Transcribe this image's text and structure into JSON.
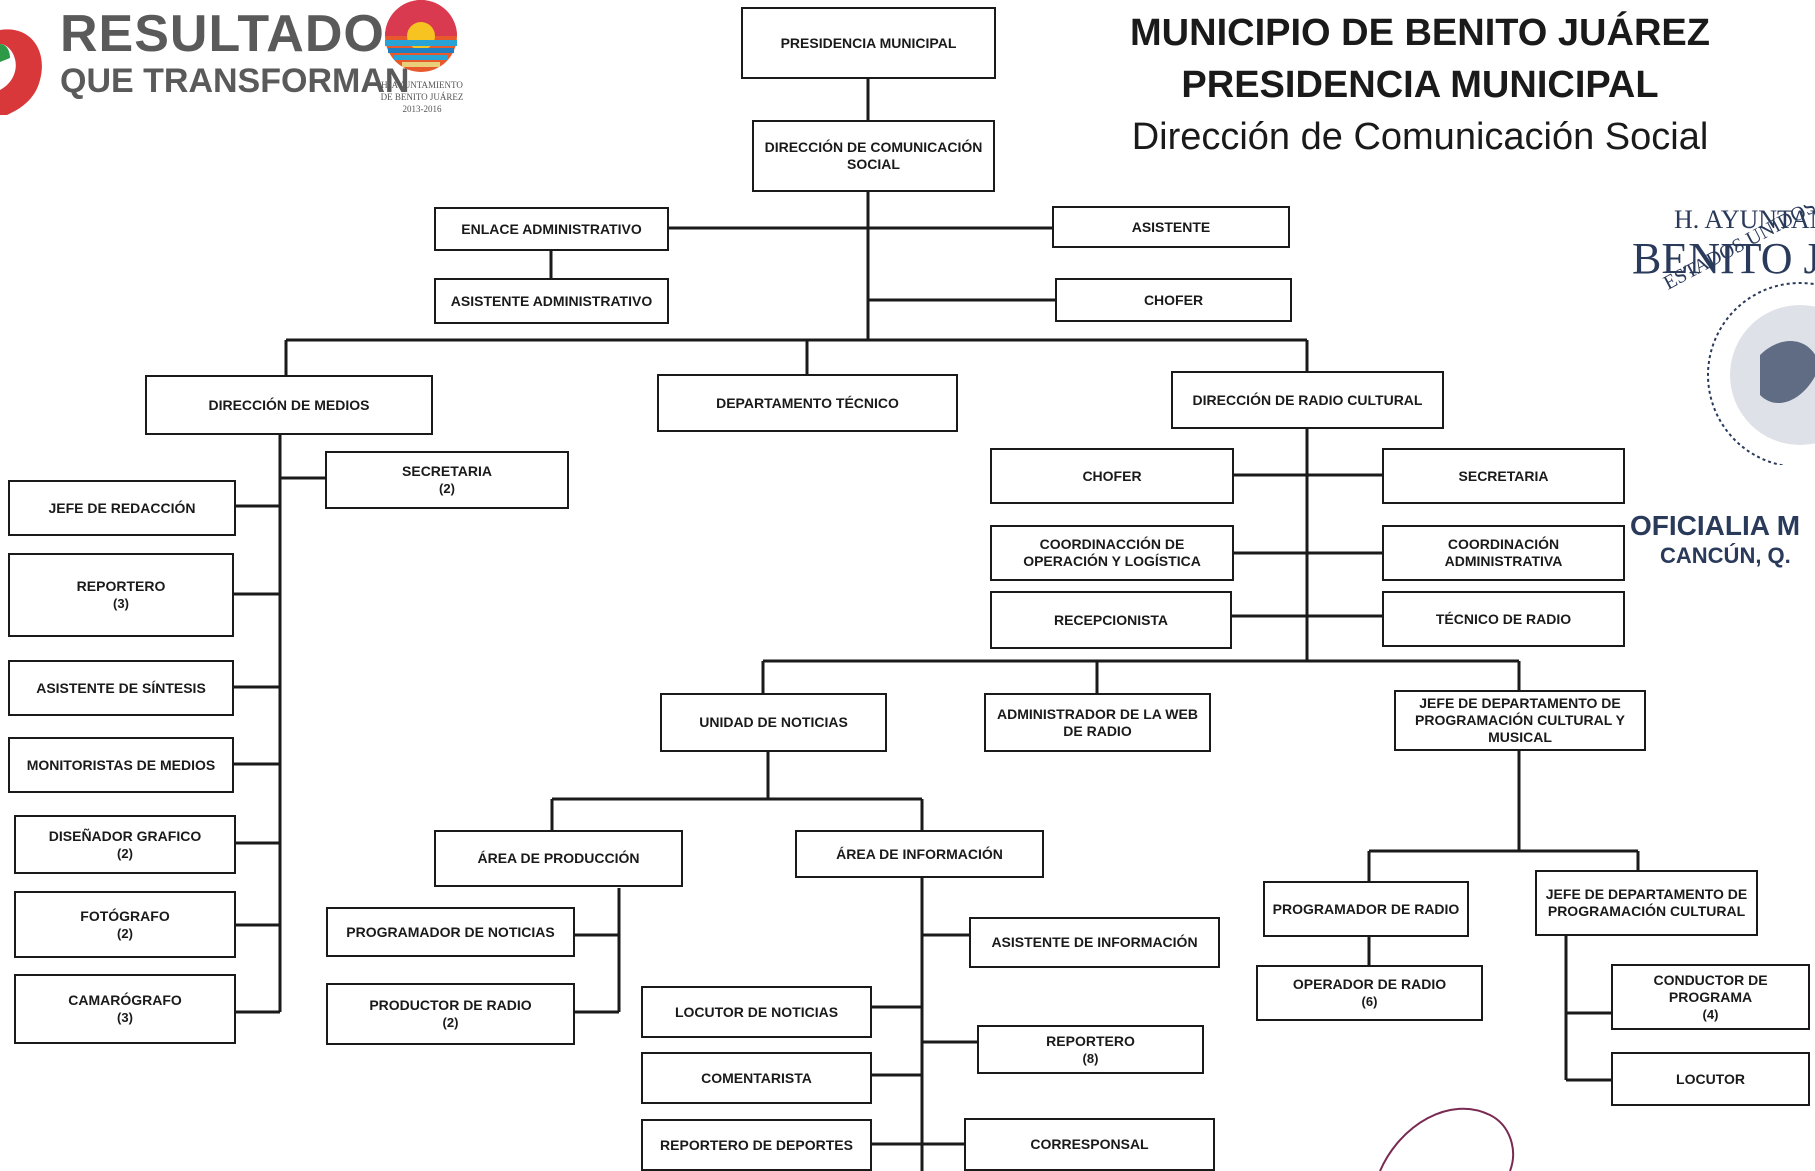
{
  "logo": {
    "line1": "RESULTADOS",
    "line2": "QUE TRANSFORMAN",
    "emblem_caption_1": "H. AYUNTAMIENTO",
    "emblem_caption_2": "DE BENITO JUÁREZ",
    "emblem_caption_3": "2013-2016"
  },
  "header": {
    "title1": "MUNICIPIO DE BENITO JUÁREZ",
    "title2": "PRESIDENCIA MUNICIPAL",
    "subtitle": "Dirección de Comunicación Social"
  },
  "seal": {
    "line1": "H. AYUNTAMI",
    "line2": "BENITO JU",
    "arc": "ESTADOS UNIDOS",
    "line3": "OFICIALIA M",
    "line4": "CANCÚN, Q."
  },
  "nodes": {
    "presidencia": {
      "label": "PRESIDENCIA MUNICIPAL"
    },
    "direccion_cs": {
      "label": "DIRECCIÓN DE COMUNICACIÓN SOCIAL"
    },
    "enlace_adm": {
      "label": "ENLACE ADMINISTRATIVO"
    },
    "asistente_adm": {
      "label": "ASISTENTE ADMINISTRATIVO"
    },
    "asistente": {
      "label": "ASISTENTE"
    },
    "chofer_top": {
      "label": "CHOFER"
    },
    "dir_medios": {
      "label": "DIRECCIÓN DE MEDIOS"
    },
    "depto_tecnico": {
      "label": "DEPARTAMENTO TÉCNICO"
    },
    "dir_radio": {
      "label": "DIRECCIÓN DE RADIO CULTURAL"
    },
    "secretaria_medios": {
      "label": "SECRETARIA",
      "count": "(2)"
    },
    "jefe_redaccion": {
      "label": "JEFE DE REDACCIÓN"
    },
    "reportero_medios": {
      "label": "REPORTERO",
      "count": "(3)"
    },
    "asistente_sintesis": {
      "label": "ASISTENTE DE SÍNTESIS"
    },
    "monitoristas": {
      "label": "MONITORISTAS DE MEDIOS"
    },
    "disenador": {
      "label": "DISEÑADOR GRAFICO",
      "count": "(2)"
    },
    "fotografo": {
      "label": "FOTÓGRAFO",
      "count": "(2)"
    },
    "camarografo": {
      "label": "CAMARÓGRAFO",
      "count": "(3)"
    },
    "chofer_radio": {
      "label": "CHOFER"
    },
    "secretaria_radio": {
      "label": "SECRETARIA"
    },
    "coord_operacion": {
      "label": "COORDINACCIÓN DE OPERACIÓN Y LOGÍSTICA"
    },
    "coord_adm": {
      "label": "COORDINACIÓN ADMINISTRATIVA"
    },
    "recepcionista": {
      "label": "RECEPCIONISTA"
    },
    "tecnico_radio": {
      "label": "TÉCNICO DE RADIO"
    },
    "unidad_noticias": {
      "label": "UNIDAD DE NOTICIAS"
    },
    "admin_web": {
      "label": "ADMINISTRADOR DE LA WEB DE RADIO"
    },
    "jefe_prog_cultural_musical": {
      "label": "JEFE DE DEPARTAMENTO DE PROGRAMACIÓN CULTURAL Y MUSICAL"
    },
    "area_produccion": {
      "label": "ÁREA DE PRODUCCIÓN"
    },
    "area_informacion": {
      "label": "ÁREA DE INFORMACIÓN"
    },
    "programador_noticias": {
      "label": "PROGRAMADOR DE NOTICIAS"
    },
    "productor_radio": {
      "label": "PRODUCTOR DE RADIO",
      "count": "(2)"
    },
    "asistente_info": {
      "label": "ASISTENTE DE INFORMACIÓN"
    },
    "locutor_noticias": {
      "label": "LOCUTOR DE NOTICIAS"
    },
    "reportero_info": {
      "label": "REPORTERO",
      "count": "(8)"
    },
    "comentarista": {
      "label": "COMENTARISTA"
    },
    "reportero_deportes": {
      "label": "REPORTERO DE DEPORTES"
    },
    "corresponsal": {
      "label": "CORRESPONSAL"
    },
    "programador_radio": {
      "label": "PROGRAMADOR DE RADIO"
    },
    "operador_radio": {
      "label": "OPERADOR DE RADIO",
      "count": "(6)"
    },
    "jefe_prog_cultural": {
      "label": "JEFE DE DEPARTAMENTO DE PROGRAMACIÓN CULTURAL"
    },
    "conductor": {
      "label": "CONDUCTOR DE PROGRAMA",
      "count": "(4)"
    },
    "locutor": {
      "label": "LOCUTOR"
    }
  },
  "colors": {
    "logo_red": "#d9383a",
    "logo_green": "#2e9a47",
    "line": "#1a1a1a",
    "seal": "#2a3a5a"
  }
}
